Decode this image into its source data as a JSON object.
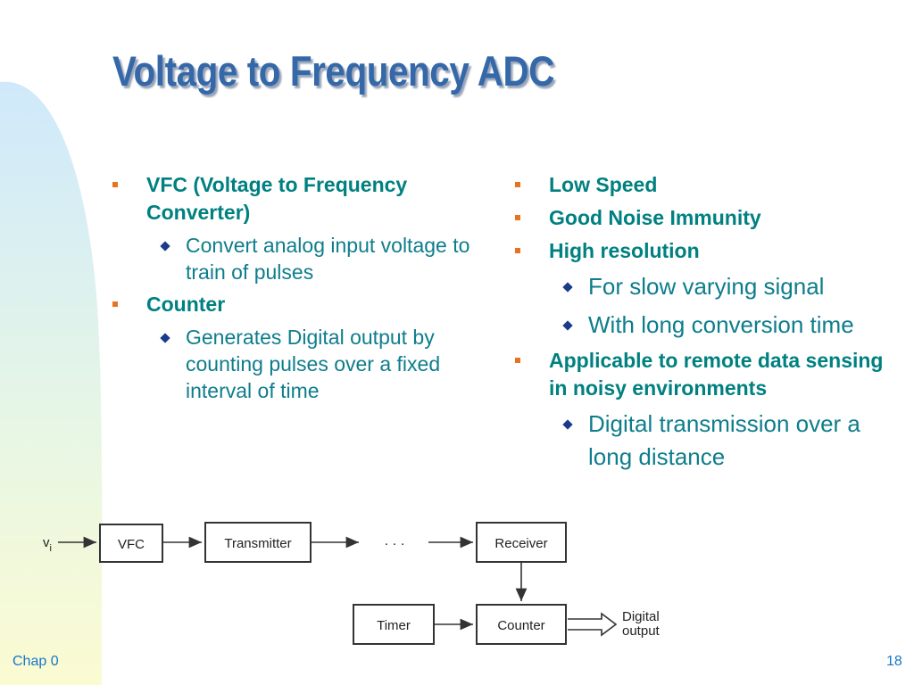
{
  "slide": {
    "title": "Voltage to Frequency ADC",
    "footer_left": "Chap 0",
    "page_number": "18"
  },
  "left_column": [
    {
      "text": "VFC (Voltage to Frequency Converter)",
      "sub": [
        "Convert analog input voltage to train of pulses"
      ]
    },
    {
      "text": "Counter",
      "sub": [
        "Generates Digital output by counting pulses over a fixed interval of time"
      ]
    }
  ],
  "right_column": [
    {
      "text": "Low Speed",
      "sub": []
    },
    {
      "text": "Good Noise Immunity",
      "sub": []
    },
    {
      "text": "High resolution",
      "sub": [
        "For slow varying signal",
        "With long conversion time"
      ]
    },
    {
      "text": "Applicable to remote data sensing in noisy environments",
      "sub": [
        "Digital transmission over a long distance"
      ]
    }
  ],
  "diagram": {
    "input_label_main": "v",
    "input_label_sub": "i",
    "blocks": {
      "vfc": "VFC",
      "transmitter": "Transmitter",
      "receiver": "Receiver",
      "timer": "Timer",
      "counter": "Counter"
    },
    "ellipsis": "· · ·",
    "output_label_line1": "Digital",
    "output_label_line2": "output"
  },
  "colors": {
    "title": "#3468a8",
    "bullet_text": "#008080",
    "bullet_marker": "#e8731f",
    "diamond": "#1a3b8a",
    "footer": "#1677c9"
  }
}
